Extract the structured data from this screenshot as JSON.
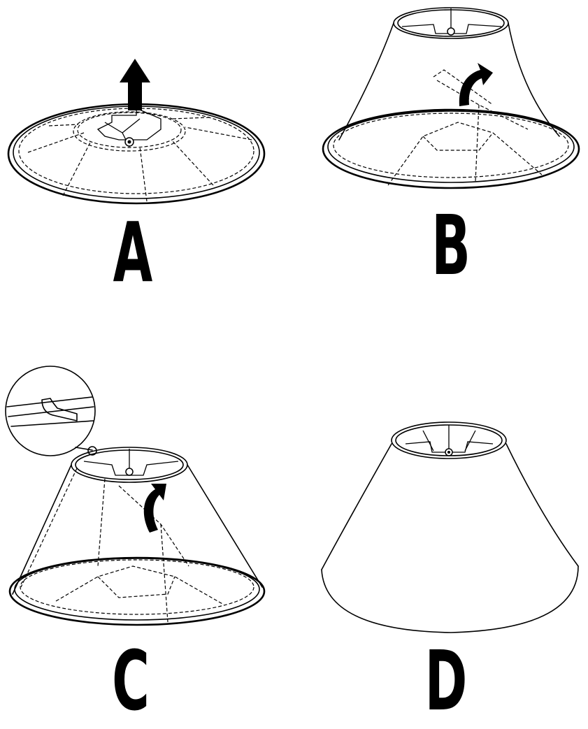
{
  "steps": [
    {
      "label": "A",
      "arrow_icon": "up-arrow-icon"
    },
    {
      "label": "B",
      "arrow_icon": "curved-arrow-icon"
    },
    {
      "label": "C",
      "arrow_icon": "curved-arrow-icon",
      "detail_icon": "magnified-detail-icon"
    },
    {
      "label": "D"
    }
  ]
}
